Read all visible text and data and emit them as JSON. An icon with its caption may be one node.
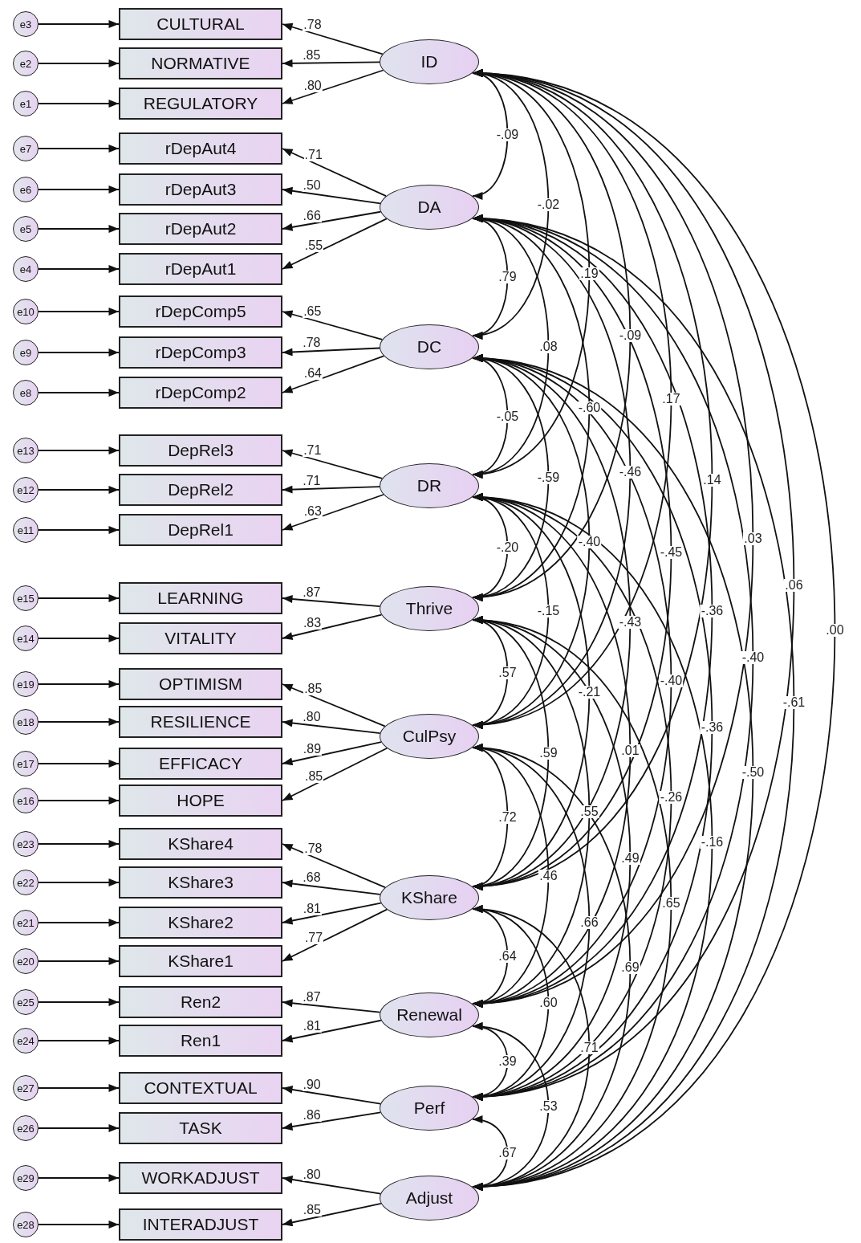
{
  "diagram": {
    "nodes": [
      {
        "text": [
          "e3"
        ]
      },
      {
        "text": [
          "CULTURAL"
        ]
      },
      {
        "text": [
          "e2"
        ]
      },
      {
        "text": [
          "NORMATIVE"
        ]
      },
      {
        "text": [
          "e1"
        ]
      },
      {
        "text": [
          "REGULATORY"
        ]
      },
      {
        "text": [
          "ID"
        ]
      },
      {
        "text": [
          "e7"
        ]
      },
      {
        "text": [
          "rDepAut4"
        ]
      },
      {
        "text": [
          "e6"
        ]
      },
      {
        "text": [
          "rDepAut3"
        ]
      },
      {
        "text": [
          "e5"
        ]
      },
      {
        "text": [
          "rDepAut2"
        ]
      },
      {
        "text": [
          "e4"
        ]
      },
      {
        "text": [
          "rDepAut1"
        ]
      },
      {
        "text": [
          "DA"
        ]
      },
      {
        "text": [
          "e10"
        ]
      },
      {
        "text": [
          "rDepComp5"
        ]
      },
      {
        "text": [
          "e9"
        ]
      },
      {
        "text": [
          "rDepComp3"
        ]
      },
      {
        "text": [
          "e8"
        ]
      },
      {
        "text": [
          "rDepComp2"
        ]
      },
      {
        "text": [
          "DC"
        ]
      },
      {
        "text": [
          "e13"
        ]
      },
      {
        "text": [
          "DepRel3"
        ]
      },
      {
        "text": [
          "e12"
        ]
      },
      {
        "text": [
          "DepRel2"
        ]
      },
      {
        "text": [
          "e11"
        ]
      },
      {
        "text": [
          "DepRel1"
        ]
      },
      {
        "text": [
          "DR"
        ]
      },
      {
        "text": [
          "e15"
        ]
      },
      {
        "text": [
          "LEARNING"
        ]
      },
      {
        "text": [
          "e14"
        ]
      },
      {
        "text": [
          "VITALITY"
        ]
      },
      {
        "text": [
          "Thrive"
        ]
      },
      {
        "text": [
          "e19"
        ]
      },
      {
        "text": [
          "OPTIMISM"
        ]
      },
      {
        "text": [
          "e18"
        ]
      },
      {
        "text": [
          "RESILIENCE"
        ]
      },
      {
        "text": [
          "e17"
        ]
      },
      {
        "text": [
          "EFFICACY"
        ]
      },
      {
        "text": [
          "e16"
        ]
      },
      {
        "text": [
          "HOPE"
        ]
      },
      {
        "text": [
          "CulPsy"
        ]
      },
      {
        "text": [
          "e23"
        ]
      },
      {
        "text": [
          "KShare4"
        ]
      },
      {
        "text": [
          "e22"
        ]
      },
      {
        "text": [
          "KShare3"
        ]
      },
      {
        "text": [
          "e21"
        ]
      },
      {
        "text": [
          "KShare2"
        ]
      },
      {
        "text": [
          "e20"
        ]
      },
      {
        "text": [
          "KShare1"
        ]
      },
      {
        "text": [
          "KShare"
        ]
      },
      {
        "text": [
          "e25"
        ]
      },
      {
        "text": [
          "Ren2"
        ]
      },
      {
        "text": [
          "e24"
        ]
      },
      {
        "text": [
          "Ren1"
        ]
      },
      {
        "text": [
          "Renewal"
        ]
      },
      {
        "text": [
          "e27"
        ]
      },
      {
        "text": [
          "CONTEXTUAL"
        ]
      },
      {
        "text": [
          "e26"
        ]
      },
      {
        "text": [
          "TASK"
        ]
      },
      {
        "text": [
          "Perf"
        ]
      },
      {
        "text": [
          "e29"
        ]
      },
      {
        "text": [
          "WORKADJUST"
        ]
      },
      {
        "text": [
          "e28"
        ]
      },
      {
        "text": [
          "INTERADJUST"
        ]
      },
      {
        "text": [
          "Adjust"
        ]
      }
    ],
    "edges": [
      {
        "from": 0,
        "to": 1,
        "arrow": "to"
      },
      {
        "from": 6,
        "to": 1,
        "arrow": "to",
        "label": ".78"
      },
      {
        "from": 2,
        "to": 3,
        "arrow": "to"
      },
      {
        "from": 6,
        "to": 3,
        "arrow": "to",
        "label": ".85"
      },
      {
        "from": 4,
        "to": 5,
        "arrow": "to"
      },
      {
        "from": 6,
        "to": 5,
        "arrow": "to",
        "label": ".80"
      },
      {
        "from": 7,
        "to": 8,
        "arrow": "to"
      },
      {
        "from": 15,
        "to": 8,
        "arrow": "to",
        "label": ".71"
      },
      {
        "from": 9,
        "to": 10,
        "arrow": "to"
      },
      {
        "from": 15,
        "to": 10,
        "arrow": "to",
        "label": ".50"
      },
      {
        "from": 11,
        "to": 12,
        "arrow": "to"
      },
      {
        "from": 15,
        "to": 12,
        "arrow": "to",
        "label": ".66"
      },
      {
        "from": 13,
        "to": 14,
        "arrow": "to"
      },
      {
        "from": 15,
        "to": 14,
        "arrow": "to",
        "label": ".55"
      },
      {
        "from": 16,
        "to": 17,
        "arrow": "to"
      },
      {
        "from": 22,
        "to": 17,
        "arrow": "to",
        "label": ".65"
      },
      {
        "from": 18,
        "to": 19,
        "arrow": "to"
      },
      {
        "from": 22,
        "to": 19,
        "arrow": "to",
        "label": ".78"
      },
      {
        "from": 20,
        "to": 21,
        "arrow": "to"
      },
      {
        "from": 22,
        "to": 21,
        "arrow": "to",
        "label": ".64"
      },
      {
        "from": 23,
        "to": 24,
        "arrow": "to"
      },
      {
        "from": 29,
        "to": 24,
        "arrow": "to",
        "label": ".71"
      },
      {
        "from": 25,
        "to": 26,
        "arrow": "to"
      },
      {
        "from": 29,
        "to": 26,
        "arrow": "to",
        "label": ".71"
      },
      {
        "from": 27,
        "to": 28,
        "arrow": "to"
      },
      {
        "from": 29,
        "to": 28,
        "arrow": "to",
        "label": ".63"
      },
      {
        "from": 30,
        "to": 31,
        "arrow": "to"
      },
      {
        "from": 34,
        "to": 31,
        "arrow": "to",
        "label": ".87"
      },
      {
        "from": 32,
        "to": 33,
        "arrow": "to"
      },
      {
        "from": 34,
        "to": 33,
        "arrow": "to",
        "label": ".83"
      },
      {
        "from": 35,
        "to": 36,
        "arrow": "to"
      },
      {
        "from": 43,
        "to": 36,
        "arrow": "to",
        "label": ".85"
      },
      {
        "from": 37,
        "to": 38,
        "arrow": "to"
      },
      {
        "from": 43,
        "to": 38,
        "arrow": "to",
        "label": ".80"
      },
      {
        "from": 39,
        "to": 40,
        "arrow": "to"
      },
      {
        "from": 43,
        "to": 40,
        "arrow": "to",
        "label": ".89"
      },
      {
        "from": 41,
        "to": 42,
        "arrow": "to"
      },
      {
        "from": 43,
        "to": 42,
        "arrow": "to",
        "label": ".85"
      },
      {
        "from": 44,
        "to": 45,
        "arrow": "to"
      },
      {
        "from": 52,
        "to": 45,
        "arrow": "to",
        "label": ".78"
      },
      {
        "from": 46,
        "to": 47,
        "arrow": "to"
      },
      {
        "from": 52,
        "to": 47,
        "arrow": "to",
        "label": ".68"
      },
      {
        "from": 48,
        "to": 49,
        "arrow": "to"
      },
      {
        "from": 52,
        "to": 49,
        "arrow": "to",
        "label": ".81"
      },
      {
        "from": 50,
        "to": 51,
        "arrow": "to"
      },
      {
        "from": 52,
        "to": 51,
        "arrow": "to",
        "label": ".77"
      },
      {
        "from": 53,
        "to": 54,
        "arrow": "to"
      },
      {
        "from": 57,
        "to": 54,
        "arrow": "to",
        "label": ".87"
      },
      {
        "from": 55,
        "to": 56,
        "arrow": "to"
      },
      {
        "from": 57,
        "to": 56,
        "arrow": "to",
        "label": ".81"
      },
      {
        "from": 58,
        "to": 59,
        "arrow": "to"
      },
      {
        "from": 62,
        "to": 59,
        "arrow": "to",
        "label": ".90"
      },
      {
        "from": 60,
        "to": 61,
        "arrow": "to"
      },
      {
        "from": 62,
        "to": 61,
        "arrow": "to",
        "label": ".86"
      },
      {
        "from": 63,
        "to": 64,
        "arrow": "to"
      },
      {
        "from": 67,
        "to": 64,
        "arrow": "to",
        "label": ".80"
      },
      {
        "from": 65,
        "to": 66,
        "arrow": "to"
      },
      {
        "from": 67,
        "to": 66,
        "arrow": "to",
        "label": ".85"
      },
      {
        "from": 6,
        "to": 15,
        "arrow": "both",
        "label": "-.09"
      },
      {
        "from": 6,
        "to": 22,
        "arrow": "both",
        "label": "-.02"
      },
      {
        "from": 6,
        "to": 29,
        "arrow": "both",
        "label": ".19"
      },
      {
        "from": 6,
        "to": 34,
        "arrow": "both",
        "label": "-.09"
      },
      {
        "from": 6,
        "to": 43,
        "arrow": "both",
        "label": ".17"
      },
      {
        "from": 6,
        "to": 52,
        "arrow": "both",
        "label": ".14"
      },
      {
        "from": 6,
        "to": 57,
        "arrow": "both",
        "label": ".03"
      },
      {
        "from": 6,
        "to": 62,
        "arrow": "both",
        "label": ".06"
      },
      {
        "from": 6,
        "to": 67,
        "arrow": "both",
        "label": ".00"
      },
      {
        "from": 15,
        "to": 22,
        "arrow": "both",
        "label": ".79"
      },
      {
        "from": 15,
        "to": 29,
        "arrow": "both",
        "label": ".08"
      },
      {
        "from": 15,
        "to": 34,
        "arrow": "both",
        "label": "-.60"
      },
      {
        "from": 15,
        "to": 43,
        "arrow": "both",
        "label": "-.46"
      },
      {
        "from": 15,
        "to": 52,
        "arrow": "both",
        "label": "-.45"
      },
      {
        "from": 15,
        "to": 57,
        "arrow": "both",
        "label": "-.36"
      },
      {
        "from": 15,
        "to": 62,
        "arrow": "both",
        "label": "-.40"
      },
      {
        "from": 15,
        "to": 67,
        "arrow": "both",
        "label": "-.61"
      },
      {
        "from": 22,
        "to": 29,
        "arrow": "both",
        "label": "-.05"
      },
      {
        "from": 22,
        "to": 34,
        "arrow": "both",
        "label": "-.59"
      },
      {
        "from": 22,
        "to": 43,
        "arrow": "both",
        "label": "-.40"
      },
      {
        "from": 22,
        "to": 52,
        "arrow": "both",
        "label": "-.43"
      },
      {
        "from": 22,
        "to": 57,
        "arrow": "both",
        "label": "-.40"
      },
      {
        "from": 22,
        "to": 62,
        "arrow": "both",
        "label": "-.36"
      },
      {
        "from": 22,
        "to": 67,
        "arrow": "both",
        "label": "-.50"
      },
      {
        "from": 29,
        "to": 34,
        "arrow": "both",
        "label": "-.20"
      },
      {
        "from": 29,
        "to": 43,
        "arrow": "both",
        "label": "-.15"
      },
      {
        "from": 29,
        "to": 52,
        "arrow": "both",
        "label": "-.21"
      },
      {
        "from": 29,
        "to": 57,
        "arrow": "both",
        "label": ".01"
      },
      {
        "from": 29,
        "to": 62,
        "arrow": "both",
        "label": "-.26"
      },
      {
        "from": 29,
        "to": 67,
        "arrow": "both",
        "label": "-.16"
      },
      {
        "from": 34,
        "to": 43,
        "arrow": "both",
        "label": ".57"
      },
      {
        "from": 34,
        "to": 52,
        "arrow": "both",
        "label": ".59"
      },
      {
        "from": 34,
        "to": 57,
        "arrow": "both",
        "label": ".55"
      },
      {
        "from": 34,
        "to": 62,
        "arrow": "both",
        "label": ".49"
      },
      {
        "from": 34,
        "to": 67,
        "arrow": "both",
        "label": ".65"
      },
      {
        "from": 43,
        "to": 52,
        "arrow": "both",
        "label": ".72"
      },
      {
        "from": 43,
        "to": 57,
        "arrow": "both",
        "label": ".46"
      },
      {
        "from": 43,
        "to": 62,
        "arrow": "both",
        "label": ".66"
      },
      {
        "from": 43,
        "to": 67,
        "arrow": "both",
        "label": ".69"
      },
      {
        "from": 52,
        "to": 57,
        "arrow": "both",
        "label": ".64"
      },
      {
        "from": 52,
        "to": 62,
        "arrow": "both",
        "label": ".60"
      },
      {
        "from": 52,
        "to": 67,
        "arrow": "both",
        "label": ".71"
      },
      {
        "from": 57,
        "to": 62,
        "arrow": "both",
        "label": ".39"
      },
      {
        "from": 57,
        "to": 67,
        "arrow": "both",
        "label": ".53"
      },
      {
        "from": 62,
        "to": 67,
        "arrow": "both",
        "label": ".67"
      }
    ]
  }
}
